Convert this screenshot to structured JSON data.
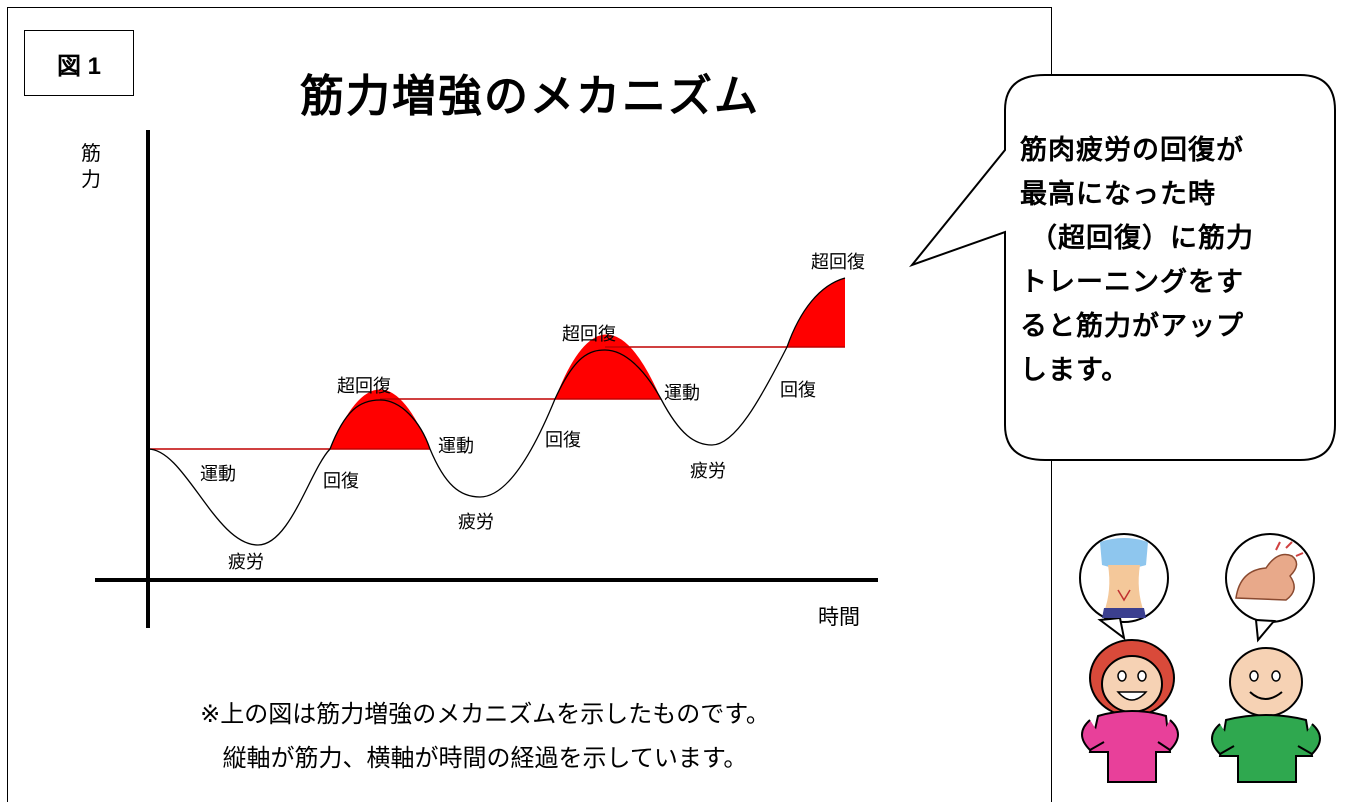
{
  "figure_label": "図 1",
  "title": "筋力増強のメカニズム",
  "y_axis_label": [
    "筋",
    "力"
  ],
  "x_axis_label": "時間",
  "phases": {
    "exercise": "運動",
    "fatigue": "疲労",
    "recovery": "回復",
    "supercompensation": "超回復"
  },
  "caption": {
    "line1": "※上の図は筋力増強のメカニズムを示したものです。",
    "line2": "縦軸が筋力、横軸が時間の経過を示しています。"
  },
  "callout": {
    "lines": [
      "筋肉疲労の回復が",
      "最高になった時",
      "（超回復）に筋力",
      "トレーニングをす",
      "ると筋力がアップ",
      "します。"
    ]
  },
  "colors": {
    "supercompensation_fill": "#ff0000",
    "baseline_line": "#c00000",
    "person_left_suit": "#e8409a",
    "person_right_suit": "#2fa84f"
  },
  "illustration": {
    "left_person_thought": "slim-waist-icon",
    "right_person_thought": "flexed-arm-icon"
  }
}
